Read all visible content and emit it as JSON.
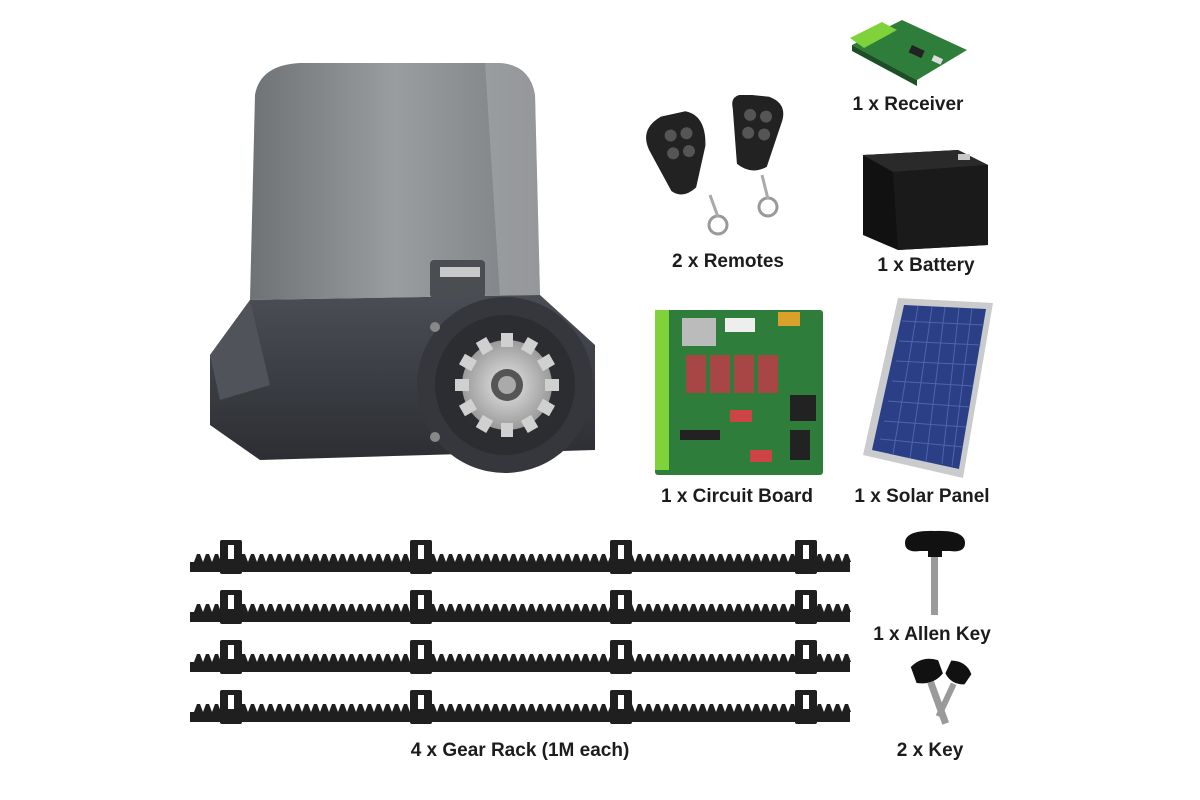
{
  "labels": {
    "receiver": "1 x Receiver",
    "remotes": "2 x Remotes",
    "battery": "1 x Battery",
    "circuit_board": "1 x Circuit Board",
    "solar_panel": "1 x Solar Panel",
    "allen_key": "1 x Allen Key",
    "gear_rack": "4 x Gear Rack (1M each)",
    "key": "2 x Key"
  },
  "colors": {
    "background": "#ffffff",
    "motor_cover": "#8e9194",
    "motor_base": "#3d4046",
    "pcb_green": "#2f7d3a",
    "terminal_green": "#7fd23a",
    "solar_blue": "#2a3f86",
    "rack_black": "#1f1f1f",
    "label_text": "#1c1c1c"
  },
  "icons": {
    "motor": "gate-motor-icon",
    "receiver": "receiver-board-icon",
    "remotes": "remote-fob-icon",
    "battery": "battery-icon",
    "circuit_board": "circuit-board-icon",
    "solar_panel": "solar-panel-icon",
    "allen_key": "allen-key-icon",
    "gear_rack": "gear-rack-icon",
    "key": "key-icon"
  }
}
